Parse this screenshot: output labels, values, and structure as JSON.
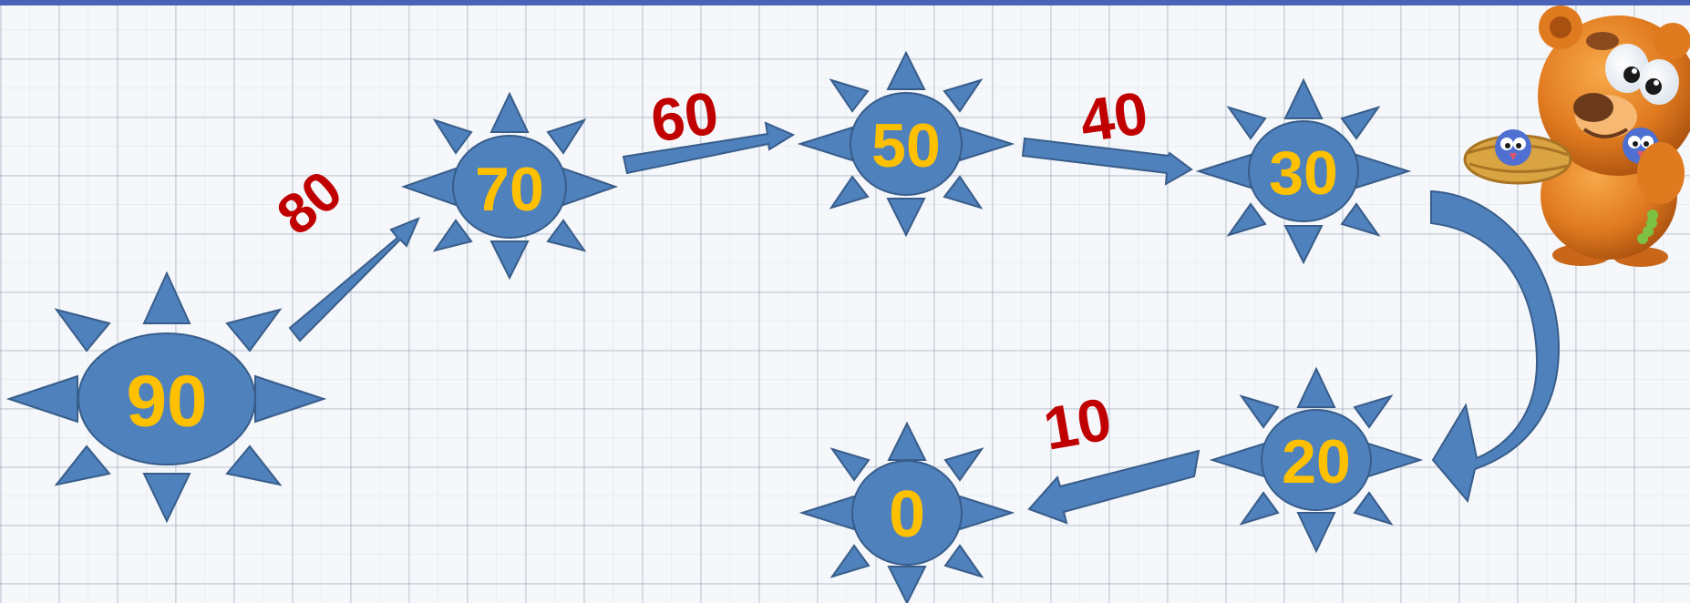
{
  "colors": {
    "shape_fill": "#4f81bd",
    "shape_stroke": "#385d8a",
    "number_color": "#ffc000",
    "step_color": "#c00000",
    "top_bar": "#4a63b8"
  },
  "nodes": [
    {
      "id": "sun-90",
      "value": "90"
    },
    {
      "id": "sun-70",
      "value": "70"
    },
    {
      "id": "sun-50",
      "value": "50"
    },
    {
      "id": "sun-30",
      "value": "30"
    },
    {
      "id": "sun-20",
      "value": "20"
    },
    {
      "id": "sun-0",
      "value": "0"
    }
  ],
  "step_labels": [
    "80",
    "60",
    "40",
    "10"
  ],
  "decoration": {
    "character": "cartoon-bear-with-nest-illustration"
  }
}
